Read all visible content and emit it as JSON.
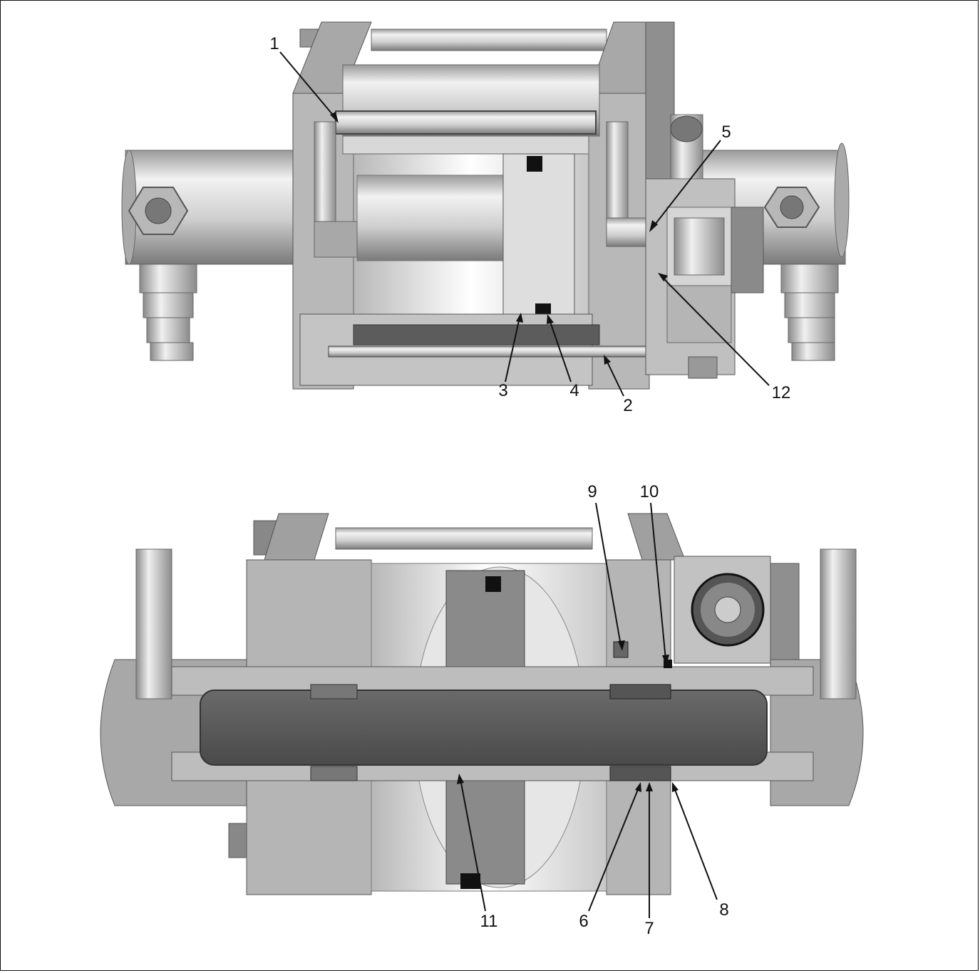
{
  "figure": {
    "top_view": {
      "callouts": [
        "1",
        "5",
        "12",
        "3",
        "4",
        "2"
      ]
    },
    "bottom_view": {
      "callouts": [
        "9",
        "10",
        "11",
        "6",
        "7",
        "8"
      ]
    }
  }
}
